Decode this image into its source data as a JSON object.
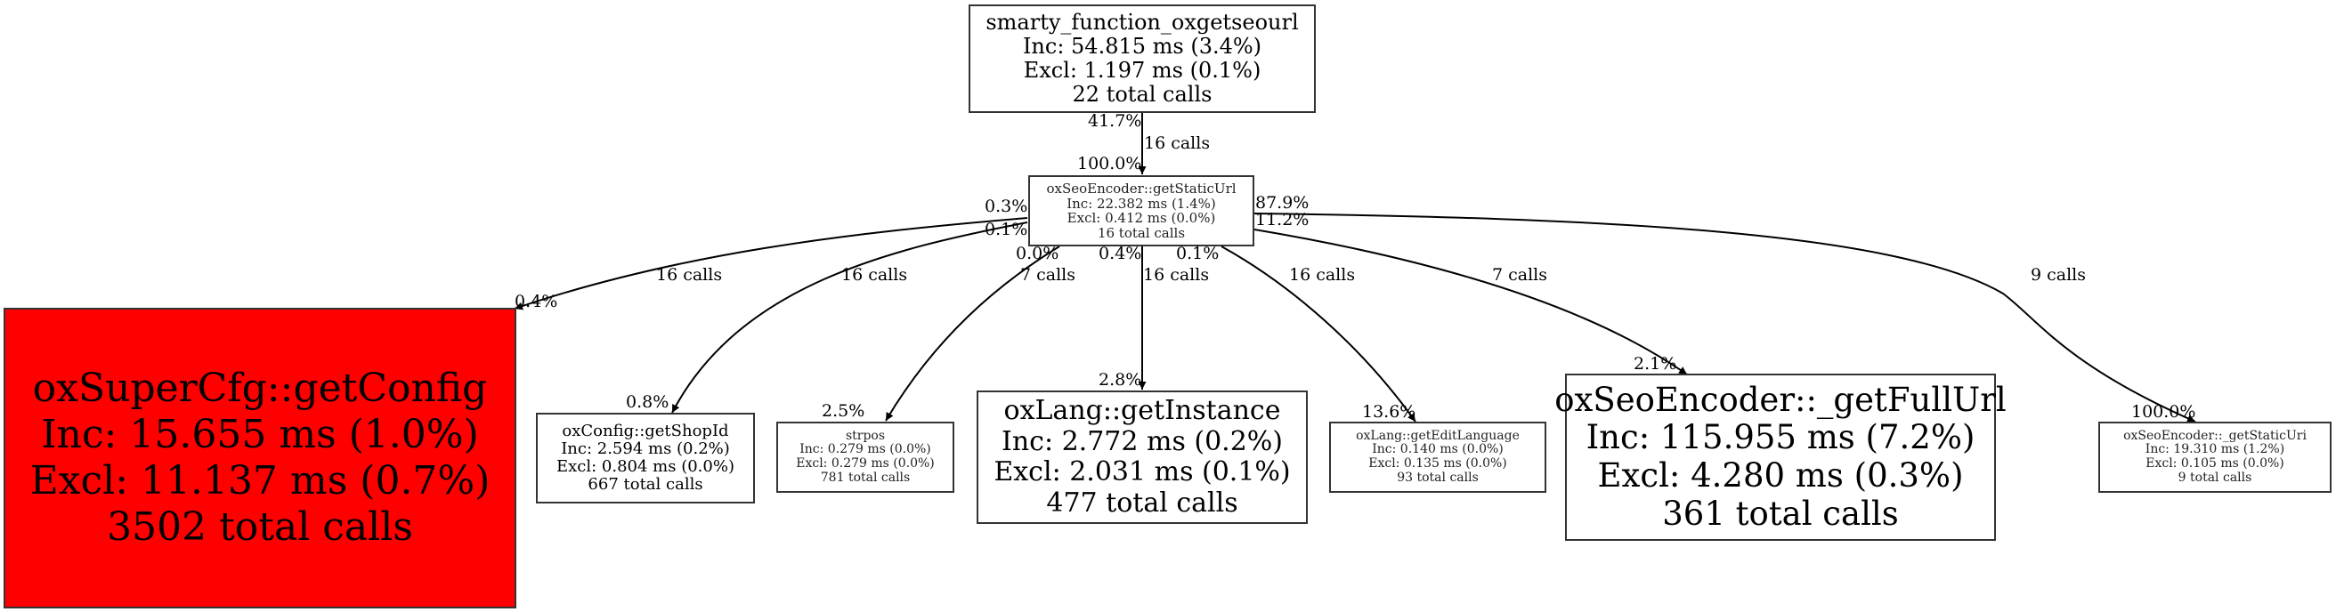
{
  "title": "Call graph: smarty_function_oxgetseourl",
  "colors": {
    "hot_node": "#ff0000",
    "node_border": "#333333",
    "edge": "#000000"
  },
  "nodes": {
    "root": {
      "name": "smarty_function_oxgetseourl",
      "inc": "Inc: 54.815 ms (3.4%)",
      "excl": "Excl: 1.197 ms (0.1%)",
      "calls": "22 total calls"
    },
    "getStaticUrl": {
      "name": "oxSeoEncoder::getStaticUrl",
      "inc": "Inc: 22.382 ms (1.4%)",
      "excl": "Excl: 0.412 ms (0.0%)",
      "calls": "16 total calls"
    },
    "getConfig": {
      "name": "oxSuperCfg::getConfig",
      "inc": "Inc: 15.655 ms (1.0%)",
      "excl": "Excl: 11.137 ms (0.7%)",
      "calls": "3502 total calls"
    },
    "getShopId": {
      "name": "oxConfig::getShopId",
      "inc": "Inc: 2.594 ms (0.2%)",
      "excl": "Excl: 0.804 ms (0.0%)",
      "calls": "667 total calls"
    },
    "strpos": {
      "name": "strpos",
      "inc": "Inc: 0.279 ms (0.0%)",
      "excl": "Excl: 0.279 ms (0.0%)",
      "calls": "781 total calls"
    },
    "getInstance": {
      "name": "oxLang::getInstance",
      "inc": "Inc: 2.772 ms (0.2%)",
      "excl": "Excl: 2.031 ms (0.1%)",
      "calls": "477 total calls"
    },
    "getEditLanguage": {
      "name": "oxLang::getEditLanguage",
      "inc": "Inc: 0.140 ms (0.0%)",
      "excl": "Excl: 0.135 ms (0.0%)",
      "calls": "93 total calls"
    },
    "getFullUrl": {
      "name": "oxSeoEncoder::_getFullUrl",
      "inc": "Inc: 115.955 ms (7.2%)",
      "excl": "Excl: 4.280 ms (0.3%)",
      "calls": "361 total calls"
    },
    "getStaticUri": {
      "name": "oxSeoEncoder::_getStaticUri",
      "inc": "Inc: 19.310 ms (1.2%)",
      "excl": "Excl: 0.105 ms (0.0%)",
      "calls": "9 total calls"
    }
  },
  "edges": [
    {
      "id": "root-getStaticUrl",
      "from": "root",
      "to": "getStaticUrl",
      "calls": "16 calls",
      "tail_pct": "41.7%",
      "head_pct": "100.0%"
    },
    {
      "id": "getStaticUrl-getConfig",
      "from": "getStaticUrl",
      "to": "getConfig",
      "calls": "16 calls",
      "tail_pct": "0.3%",
      "head_pct": "0.4%"
    },
    {
      "id": "getStaticUrl-getShopId",
      "from": "getStaticUrl",
      "to": "getShopId",
      "calls": "16 calls",
      "tail_pct": "0.1%",
      "head_pct": "0.8%"
    },
    {
      "id": "getStaticUrl-strpos",
      "from": "getStaticUrl",
      "to": "strpos",
      "calls": "7 calls",
      "tail_pct": "0.0%",
      "head_pct": "2.5%"
    },
    {
      "id": "getStaticUrl-getInstance",
      "from": "getStaticUrl",
      "to": "getInstance",
      "calls": "16 calls",
      "tail_pct": "0.4%",
      "head_pct": "2.8%"
    },
    {
      "id": "getStaticUrl-getEditLanguage",
      "from": "getStaticUrl",
      "to": "getEditLanguage",
      "calls": "16 calls",
      "tail_pct": "0.1%",
      "head_pct": "13.6%"
    },
    {
      "id": "getStaticUrl-getFullUrl",
      "from": "getStaticUrl",
      "to": "getFullUrl",
      "calls": "7 calls",
      "tail_pct": "11.2%",
      "head_pct": "2.1%"
    },
    {
      "id": "getStaticUrl-getStaticUri",
      "from": "getStaticUrl",
      "to": "getStaticUri",
      "calls": "9 calls",
      "tail_pct": "87.9%",
      "head_pct": "100.0%"
    }
  ]
}
